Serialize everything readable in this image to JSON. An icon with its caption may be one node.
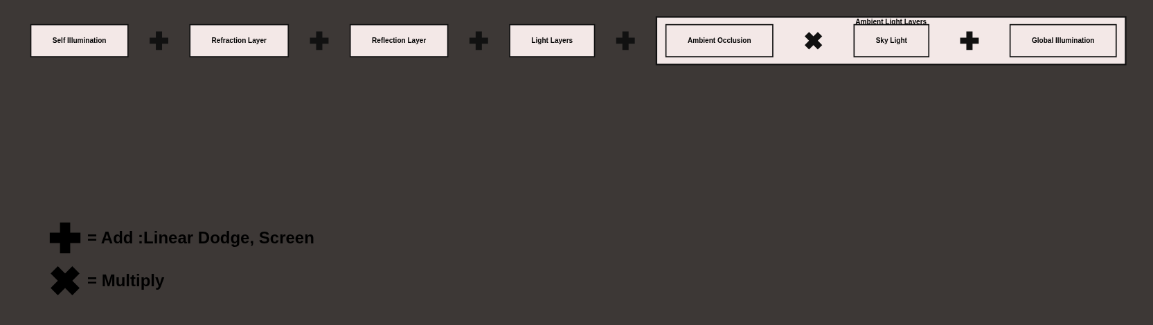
{
  "diagram": {
    "nodes": [
      {
        "text": [
          "Self Illumination"
        ]
      },
      {
        "text": [],
        "shape": "plus"
      },
      {
        "text": [
          "Refraction Layer"
        ]
      },
      {
        "text": [],
        "shape": "plus"
      },
      {
        "text": [
          "Reflection Layer"
        ]
      },
      {
        "text": [],
        "shape": "plus"
      },
      {
        "text": [
          "Light Layers"
        ]
      },
      {
        "text": [],
        "shape": "plus"
      },
      {
        "text": [
          "Ambient Light Layers"
        ]
      },
      {
        "text": [
          "Ambient Occlusion"
        ],
        "in": 8
      },
      {
        "text": [],
        "shape": "cross",
        "in": 8
      },
      {
        "text": [
          "Sky Light"
        ],
        "in": 8
      },
      {
        "text": [],
        "shape": "plus",
        "in": 8
      },
      {
        "text": [
          "Global Illumination"
        ],
        "in": 8
      }
    ],
    "legend": [
      {
        "text": "= Add :Linear Dodge, Screen"
      },
      {
        "text": "= Multiply"
      }
    ]
  }
}
